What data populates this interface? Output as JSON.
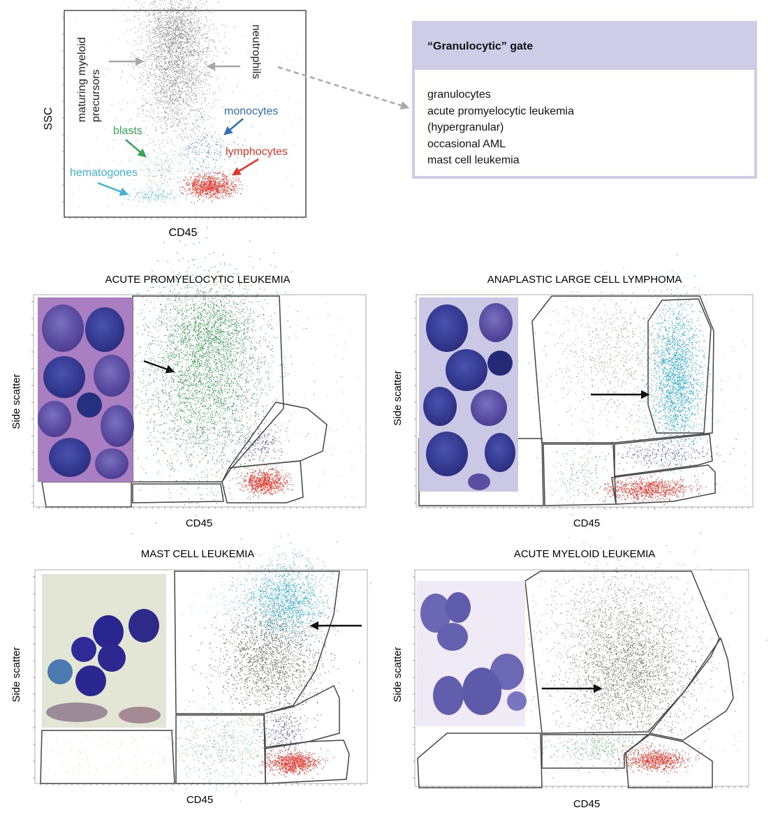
{
  "overview": {
    "x_label": "CD45",
    "y_label": "SSC",
    "populations": {
      "maturing_myeloid": [
        "maturing myeloid",
        "precursors"
      ],
      "neutrophils": "neutrophils",
      "monocytes": "monocytes",
      "blasts": "blasts",
      "lymphocytes": "lymphocytes",
      "hematogones": "hematogones"
    },
    "colors": {
      "neutrophils": "#6e6e6e",
      "monocytes": "#2f6fb7",
      "blasts": "#3aa655",
      "lymphocytes": "#e2362b",
      "hematogones": "#3fb3d6"
    }
  },
  "gate_box": {
    "title": "“Granulocytic” gate",
    "items": [
      "granulocytes",
      "acute promyelocytic leukemia",
      "(hypergranular)",
      "occasional AML",
      "mast cell leukemia"
    ],
    "header_color": "#cfcce8"
  },
  "panels": [
    {
      "title": "ACUTE PROMYELOCYTIC LEUKEMIA",
      "x_label": "CD45",
      "y_label": "Side scatter",
      "highlight_color": "#1f8a3c"
    },
    {
      "title": "ANAPLASTIC LARGE CELL LYMPHOMA",
      "x_label": "CD45",
      "y_label": "Side scatter",
      "highlight_color": "#1aa3c8"
    },
    {
      "title": "MAST CELL LEUKEMIA",
      "x_label": "CD45",
      "y_label": "Side scatter",
      "highlight_color": "#1aa3c8"
    },
    {
      "title": "ACUTE MYELOID LEUKEMIA",
      "x_label": "CD45",
      "y_label": "Side scatter",
      "highlight_color": "#5a5245"
    }
  ]
}
